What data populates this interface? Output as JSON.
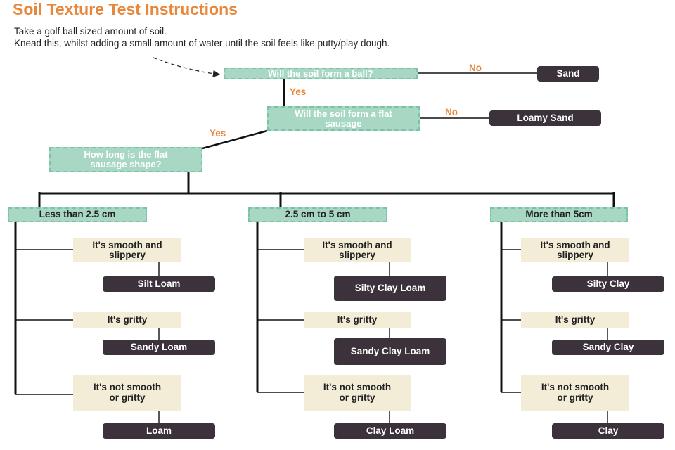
{
  "title": "Soil Texture Test Instructions",
  "intro": [
    "Take a golf ball sized amount of soil.",
    "Knead this, whilst adding a small amount of water until the soil feels like putty/play dough."
  ],
  "questions": {
    "ball": "Will the soil form a ball?",
    "sausage": "Will the soil form a flat sausage",
    "length": "How long is the flat sausage shape?"
  },
  "answers": {
    "yes": "Yes",
    "no": "No"
  },
  "early_results": {
    "sand": "Sand",
    "loamy_sand": "Loamy Sand"
  },
  "conditions": {
    "smooth": "It's smooth and slippery",
    "gritty": "It's gritty",
    "neither": "It's not smooth or gritty"
  },
  "branches": [
    {
      "category": "Less than 2.5 cm",
      "results": [
        "Silt Loam",
        "Sandy Loam",
        "Loam"
      ]
    },
    {
      "category": "2.5 cm to 5 cm",
      "results": [
        "Silty Clay Loam",
        "Sandy Clay Loam",
        "Clay Loam"
      ]
    },
    {
      "category": "More than 5cm",
      "results": [
        "Silty Clay",
        "Sandy Clay",
        "Clay"
      ]
    }
  ]
}
